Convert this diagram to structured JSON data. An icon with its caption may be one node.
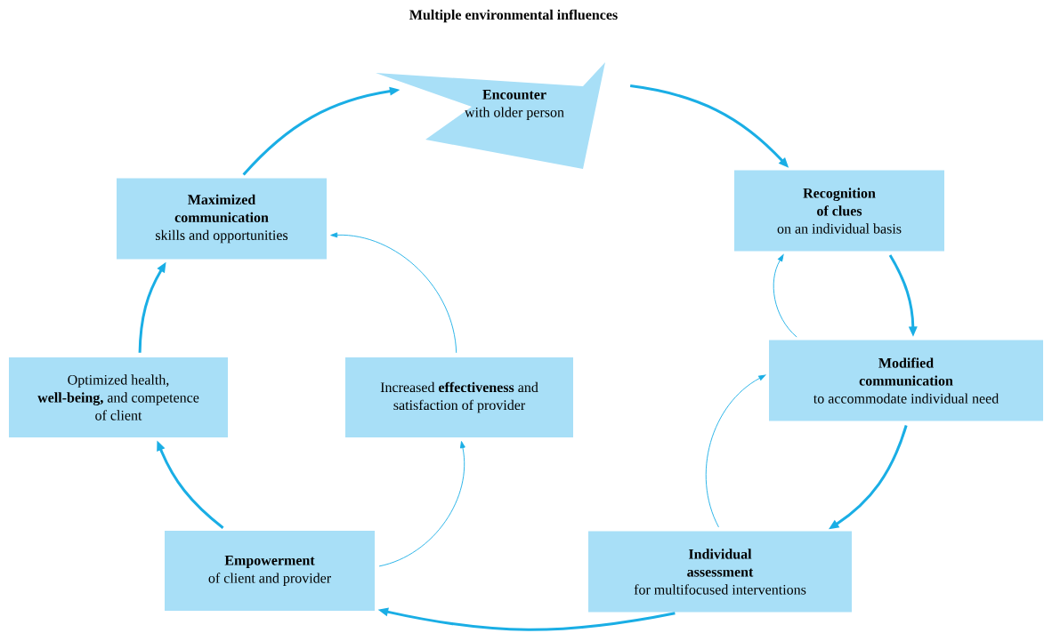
{
  "diagram": {
    "title": "Multiple environmental influences",
    "nodes": [
      {
        "text": [
          "Encounter",
          "with older person"
        ]
      },
      {
        "text": [
          "Recognition of clues",
          "on an individual basis"
        ]
      },
      {
        "text": [
          "Modified communication",
          "to accommodate individual need"
        ]
      },
      {
        "text": [
          "Individual assessment",
          "for multifocused interventions"
        ]
      },
      {
        "text": [
          "Empowerment",
          "of client and provider"
        ]
      },
      {
        "text": [
          "Increased **effectiveness** and satisfaction of provider"
        ]
      },
      {
        "text": [
          "Optimized health, **well-being,** and competence of client"
        ]
      },
      {
        "text": [
          "Maximized communication",
          "skills and opportunities"
        ]
      }
    ],
    "edges": [
      {
        "from": 0,
        "to": 1,
        "arrow": "to"
      },
      {
        "from": 1,
        "to": 2,
        "arrow": "to"
      },
      {
        "from": 2,
        "to": 3,
        "arrow": "to"
      },
      {
        "from": 3,
        "to": 4,
        "arrow": "to"
      },
      {
        "from": 4,
        "to": 6,
        "arrow": "to"
      },
      {
        "from": 6,
        "to": 7,
        "arrow": "to"
      },
      {
        "from": 7,
        "to": 0,
        "arrow": "to"
      },
      {
        "from": 2,
        "to": 1,
        "arrow": "to"
      },
      {
        "from": 3,
        "to": 2,
        "arrow": "to"
      },
      {
        "from": 4,
        "to": 5,
        "arrow": "to"
      },
      {
        "from": 5,
        "to": 7,
        "arrow": "to"
      }
    ]
  }
}
